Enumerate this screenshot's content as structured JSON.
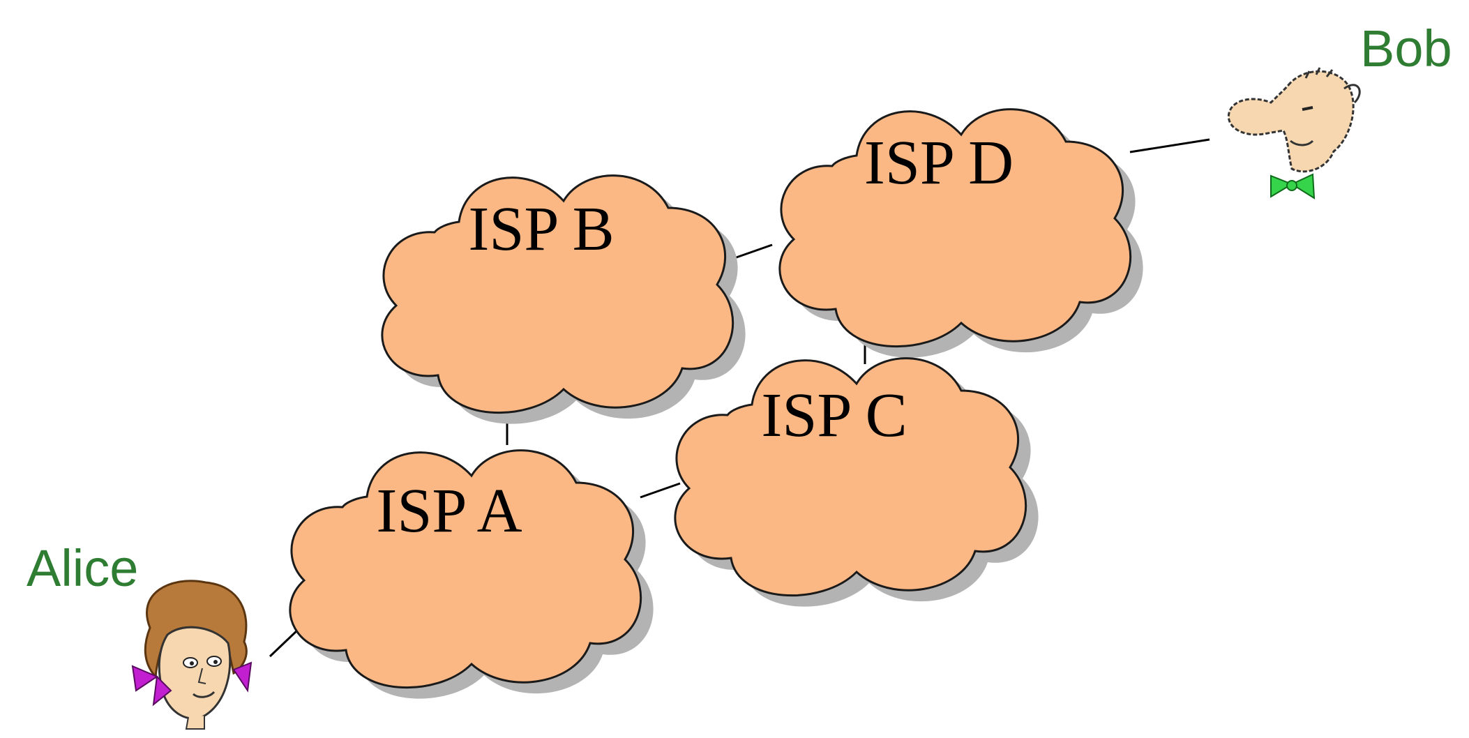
{
  "colors": {
    "cloud_fill": "#FBB885",
    "cloud_stroke": "#1a1a1a",
    "cloud_shadow": "#b3b3b3",
    "person_label": "#2E7D32",
    "alice_bow": "#c21fd0",
    "bob_bowtie": "#36d44a"
  },
  "clouds": {
    "isp_a": {
      "label": "ISP A"
    },
    "isp_b": {
      "label": "ISP B"
    },
    "isp_c": {
      "label": "ISP C"
    },
    "isp_d": {
      "label": "ISP D"
    }
  },
  "people": {
    "alice": {
      "label": "Alice",
      "icon": "alice-face-icon"
    },
    "bob": {
      "label": "Bob",
      "icon": "bob-face-icon"
    }
  }
}
